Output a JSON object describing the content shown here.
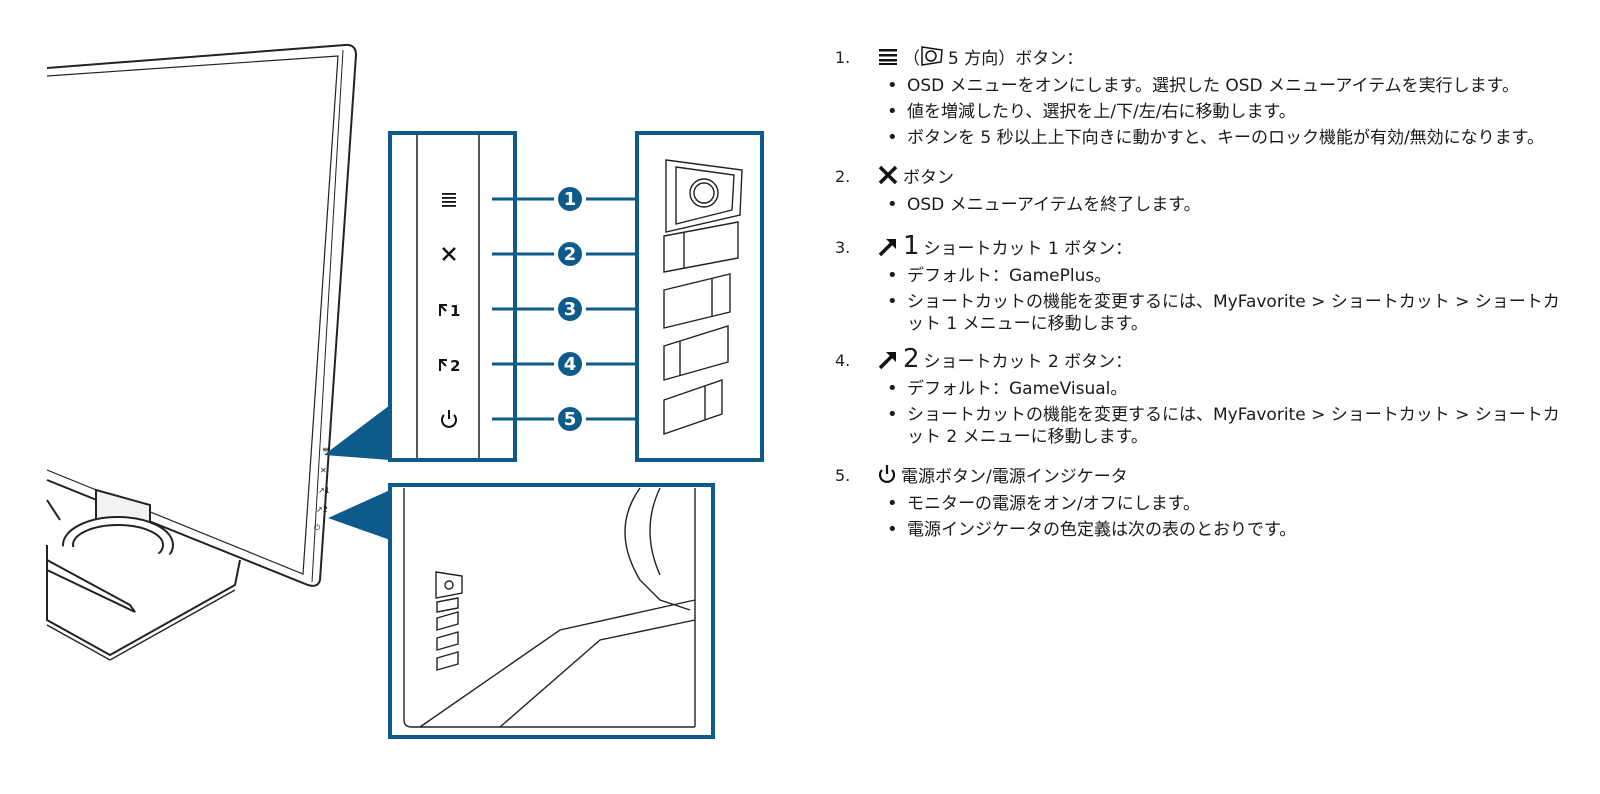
{
  "diagram": {
    "callouts": [
      "1",
      "2",
      "3",
      "4",
      "5"
    ],
    "panel_buttons": [
      {
        "icon": "menu-icon",
        "text": "≣"
      },
      {
        "icon": "close-icon",
        "text": "✕"
      },
      {
        "icon": "shortcut-1-icon",
        "text": "↗1"
      },
      {
        "icon": "shortcut-2-icon",
        "text": "↗2"
      },
      {
        "icon": "power-icon",
        "text": "⏻"
      }
    ],
    "side_labels": [
      "≡",
      "✕",
      "↗1",
      "↗2",
      "⏻"
    ],
    "accent_color": "#0e5a8a"
  },
  "items": [
    {
      "num": "1.",
      "icon": "menu-icon",
      "title_pre": "（",
      "title_icon2": "five-way-joystick-icon",
      "title": "5 方向）ボタン：",
      "bullets": [
        "OSD メニューをオンにします。選択した OSD メニューアイテムを実行します。",
        "値を増減したり、選択を上/下/左/右に移動します。",
        "ボタンを 5 秒以上上下向きに動かすと、キーのロック機能が有効/無効になります。"
      ]
    },
    {
      "num": "2.",
      "icon": "close-icon",
      "title": "ボタン",
      "bullets": [
        "OSD メニューアイテムを終了します。"
      ]
    },
    {
      "num": "3.",
      "icon": "shortcut-icon",
      "icon_text": "1",
      "title": "ショートカット 1 ボタン：",
      "bullets": [
        "デフォルト：GamePlus。",
        "ショートカットの機能を変更するには、MyFavorite > ショートカット > ショートカット 1 メニューに移動します。"
      ]
    },
    {
      "num": "4.",
      "icon": "shortcut-icon",
      "icon_text": "2",
      "title": "ショートカット 2 ボタン：",
      "bullets": [
        "デフォルト：GameVisual。",
        "ショートカットの機能を変更するには、MyFavorite > ショートカット > ショートカット 2 メニューに移動します。"
      ]
    },
    {
      "num": "5.",
      "icon": "power-icon",
      "title": "電源ボタン/電源インジケータ",
      "bullets": [
        "モニターの電源をオン/オフにします。",
        "電源インジケータの色定義は次の表のとおりです。"
      ]
    }
  ]
}
